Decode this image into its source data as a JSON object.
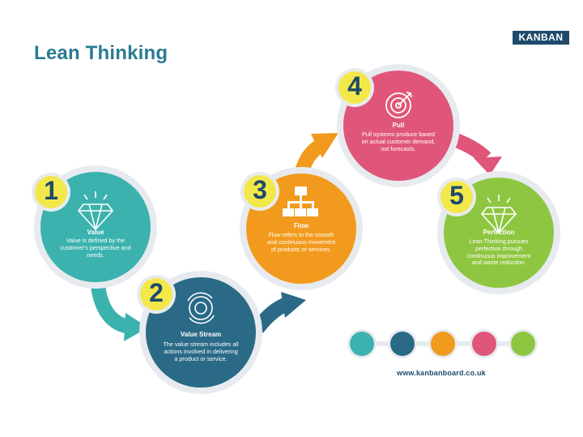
{
  "title": "Lean Thinking",
  "brand": "KANBAN",
  "website": "www.kanbanboard.co.uk",
  "colors": {
    "title": "#2b7a93",
    "navy": "#1f4a6b",
    "teal": "#3bb2ae",
    "orange": "#f29a1d",
    "pink": "#e0567a",
    "green": "#8fc641",
    "number_badge": "#f3e84a"
  },
  "steps": [
    {
      "number": "1",
      "title": "Value",
      "description": "Value is defined by the customer's perspective and needs.",
      "icon": "diamond-icon",
      "color": "#3bb2ae"
    },
    {
      "number": "2",
      "title": "Value Stream",
      "description": "The value stream includes all actions involved in delivering a product or service.",
      "icon": "cycle-gear-icon",
      "color": "#2a6a86"
    },
    {
      "number": "3",
      "title": "Flow",
      "description": "Flow refers to the smooth and continuous movement of products or services.",
      "icon": "flowchart-icon",
      "color": "#f29a1d"
    },
    {
      "number": "4",
      "title": "Pull",
      "description": "Pull systems produce based on actual customer demand, not forecasts.",
      "icon": "target-icon",
      "color": "#e0567a"
    },
    {
      "number": "5",
      "title": "Perfection",
      "description": "Lean Thinking pursues perfection through continuous improvement and waste reduction.",
      "icon": "diamond-icon",
      "color": "#8fc641"
    }
  ],
  "legend_dots": [
    "#3bb2ae",
    "#2a6a86",
    "#f29a1d",
    "#e0567a",
    "#8fc641"
  ]
}
